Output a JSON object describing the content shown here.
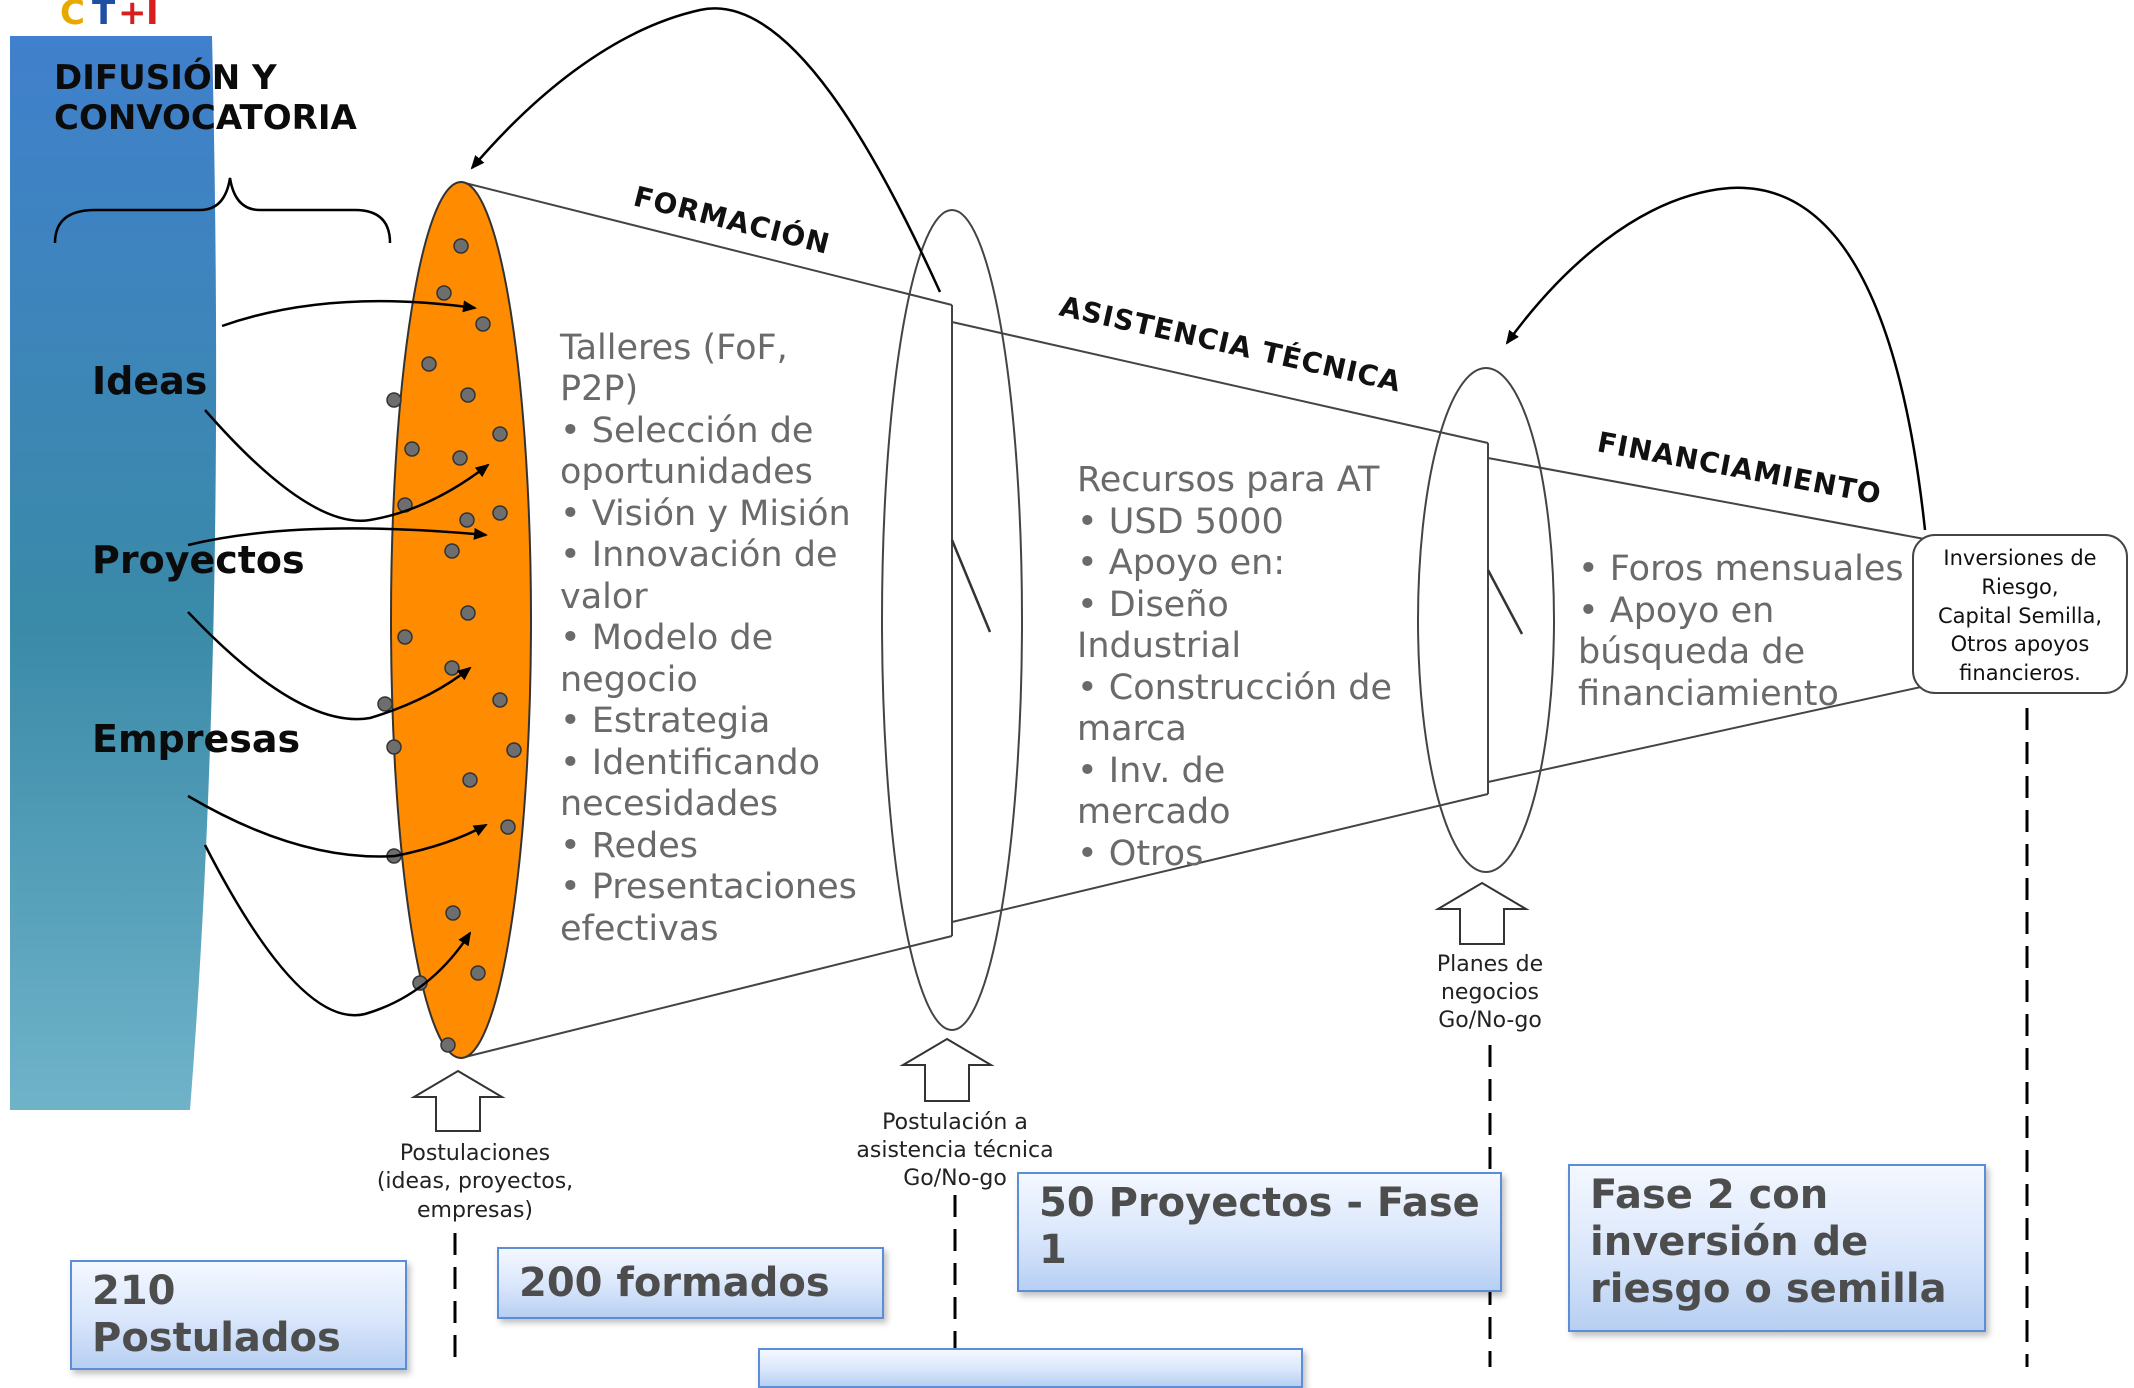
{
  "logo": {
    "text": "CT+I",
    "colors": [
      "#e8a800",
      "#1d4fa3",
      "#d91e1e"
    ]
  },
  "header": {
    "line1": "DIFUSIÓN Y",
    "line2": "CONVOCATORIA"
  },
  "sources": [
    "Ideas",
    "Proyectos",
    "Empresas"
  ],
  "stages": {
    "formacion": "FORMACIÓN",
    "asistencia": "ASISTENCIA TÉCNICA",
    "financiamiento": "FINANCIAMIENTO"
  },
  "formacion_list": [
    "Talleres (FoF,",
    "P2P)",
    "• Selección de",
    "oportunidades",
    "• Visión y Misión",
    "• Innovación de",
    "valor",
    "• Modelo de",
    "negocio",
    "• Estrategia",
    "• Identificando",
    "necesidades",
    "• Redes",
    "• Presentaciones",
    "efectivas"
  ],
  "asistencia_list": [
    "Recursos para AT",
    "• USD 5000",
    "• Apoyo en:",
    "• Diseño",
    "Industrial",
    "• Construcción de",
    "marca",
    "• Inv. de",
    "mercado",
    "• Otros"
  ],
  "financiamiento_list": [
    "• Foros mensuales",
    "• Apoyo en",
    "búsqueda de",
    "financiamiento"
  ],
  "end_box": [
    "Inversiones de",
    "Riesgo,",
    "Capital Semilla,",
    "Otros apoyos",
    "financieros."
  ],
  "gates": {
    "postulaciones": [
      "Postulaciones",
      "(ideas, proyectos,",
      "empresas)"
    ],
    "asistencia": [
      "Postulación a",
      "asistencia técnica",
      "Go/No-go"
    ],
    "planes": [
      "Planes de",
      "negocios",
      "Go/No-go"
    ]
  },
  "callouts": {
    "postulados": "210 Postulados",
    "formados": "200 formados",
    "fase1": "50 Proyectos - Fase 1",
    "fase2": "Fase 2 con inversión de riesgo o semilla"
  },
  "colors": {
    "funnel_orange": "#ff8c00",
    "sidebar_top": "#3f7fc8",
    "sidebar_bottom": "#68b0c8",
    "callout_border": "#5b8ed6"
  }
}
